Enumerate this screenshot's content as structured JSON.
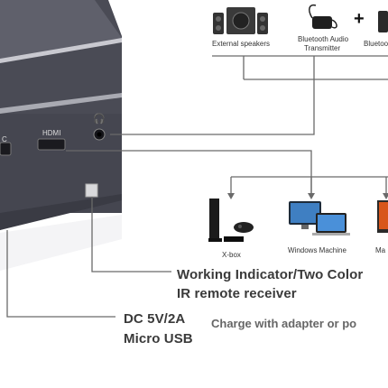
{
  "device": {
    "ports": {
      "hdmi": "HDMI",
      "dc_partial": "C"
    }
  },
  "top_devices": {
    "external_speakers": "External speakers",
    "bt_audio_transmitter_line1": "Bluetooth Audio",
    "bt_audio_transmitter_line2": "Transmitter",
    "plus": "+",
    "bluetooth_partial": "Bluetoo"
  },
  "bottom_devices": {
    "xbox": "X-box",
    "windows_machine": "Windows Machine",
    "mac_partial": "Ma"
  },
  "callouts": {
    "indicator_line1": "Working Indicator/Two Color",
    "indicator_line2": "IR remote receiver",
    "dc_line1": "DC 5V/2A",
    "dc_line2": "Micro USB",
    "charge": "Charge with adapter or po"
  },
  "colors": {
    "device_body": "#4a4b55",
    "device_top": "#5d5e69",
    "line": "#6a6a6a"
  },
  "icons": [
    "headphone-jack-icon",
    "speakers-icon",
    "bluetooth-transmitter-icon",
    "xbox-console-icon",
    "monitor-laptop-icon",
    "mac-device-icon"
  ]
}
